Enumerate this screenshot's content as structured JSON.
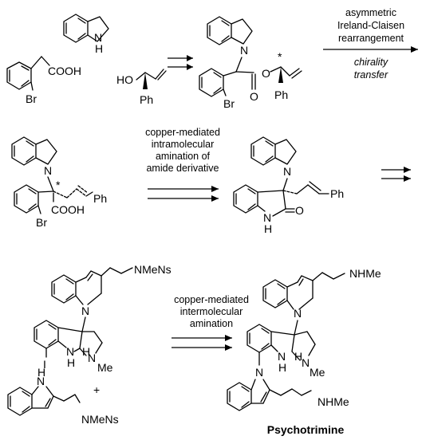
{
  "atoms": {
    "nh": "N\nH",
    "n": "N",
    "h": "H",
    "cooh": "COOH",
    "br": "Br",
    "ho": "HO",
    "ph": "Ph",
    "o": "O",
    "star": "*",
    "nmens": "NMeNs",
    "nhme": "NHMe",
    "me": "Me",
    "i": "I",
    "plus": "+"
  },
  "arrows": {
    "ireland_claisen": {
      "line1": "asymmetric",
      "line2": "Ireland-Claisen",
      "line3": "rearrangement",
      "below1": "chirality",
      "below2": "transfer"
    },
    "intramolecular": {
      "line1": "copper-mediated",
      "line2": "intramolecular",
      "line3": "amination of",
      "line4": "amide derivative"
    },
    "intermolecular": {
      "line1": "copper-mediated",
      "line2": "intermolecular",
      "line3": "amination"
    }
  },
  "product_name": "Psychotrimine"
}
